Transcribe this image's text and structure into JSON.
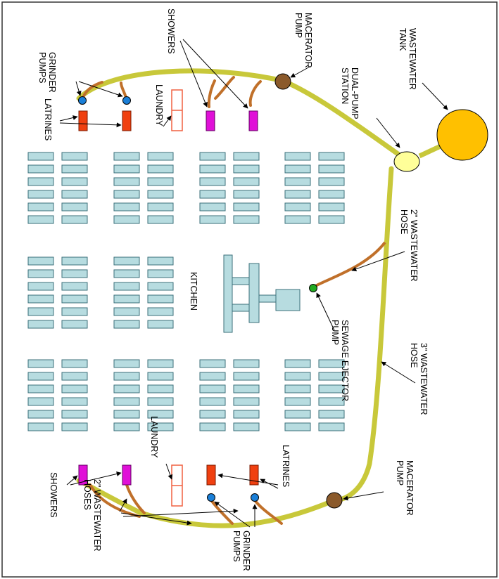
{
  "labels": {
    "grinder_pumps_top": [
      "GRINDER",
      "PUMPS"
    ],
    "latrines_top": "LATRINES",
    "laundry_top": "LAUNDRY",
    "showers_top": "SHOWERS",
    "macerator_top": [
      "MACERATOR",
      "PUMP"
    ],
    "dual_pump": [
      "DUAL-PUMP",
      "STATION"
    ],
    "wastewater_tank": [
      "WASTEWATER",
      "TANK"
    ],
    "kitchen": "KITCHEN",
    "hose_2in": [
      "2\" WASTEWATER",
      "HOSE"
    ],
    "sewage_ejector": [
      "SEWAGE EJECTOR",
      "PUMP"
    ],
    "hose_3in": [
      "3\" WASTEWATER",
      "HOSE"
    ],
    "showers_bottom": "SHOWERS",
    "hoses_2in_bottom": [
      "2\" WASTEWATER",
      "HOSES"
    ],
    "laundry_bottom": "LAUNDRY",
    "latrines_bottom": "LATRINES",
    "grinder_pumps_bottom": [
      "GRINDER",
      "PUMPS"
    ],
    "macerator_bottom": [
      "MACERATOR",
      "PUMP"
    ]
  },
  "colors": {
    "main_hose": "#c8c83a",
    "branch_hose": "#c0702a",
    "tent_fill": "#b7dce0",
    "tent_stroke": "#3b6f7a",
    "latrine": "#f04010",
    "shower": "#e010d8",
    "grinder_pump": "#1a7fd8",
    "macerator": "#8b5a2b",
    "dual_pump": "#ffff99",
    "tank": "#ffc000",
    "ejector": "#22aa22",
    "laundry": "#f06040"
  }
}
